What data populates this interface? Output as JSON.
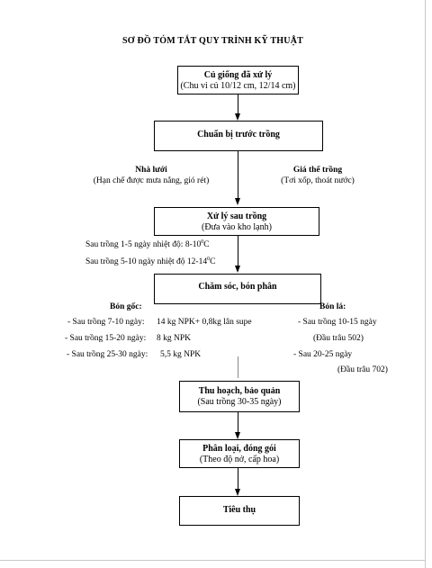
{
  "title": "SƠ ĐỒ TÓM TẮT QUY TRÌNH KỸ THUẬT",
  "steps": [
    {
      "title": "Củ giống đã xử lý",
      "sub": "(Chu vi củ 10/12 cm, 12/14 cm)"
    },
    {
      "title": "Chuẩn bị trước trồng",
      "sub": ""
    },
    {
      "title": "Xử lý sau trồng",
      "sub": "(Đưa vào kho lạnh)"
    },
    {
      "title": "Chăm sóc, bón phân",
      "sub": ""
    },
    {
      "title": "Thu hoạch, bảo quản",
      "sub": "(Sau trồng 30-35 ngày)"
    },
    {
      "title": "Phân loại, đóng gói",
      "sub": "(Theo độ nở, cấp hoa)"
    },
    {
      "title": "Tiêu thụ",
      "sub": ""
    }
  ],
  "prep": {
    "left_title": "Nhà lưới",
    "left_sub": "(Hạn chế được mưa nắng, gió rét)",
    "right_title": "Giá thể trồng",
    "right_sub": "(Tơi xốp, thoát nước)"
  },
  "cold": {
    "line1_text": "Sau trồng 1-5 ngày nhiệt độ: 8-10",
    "line2_text": "Sau trồng 5-10 ngày nhiệt độ 12-14",
    "degree": "0",
    "unit": "C"
  },
  "fert": {
    "root_title": "Bón gốc:",
    "root_items": [
      {
        "label": "- Sau trồng 7-10 ngày:",
        "value": "14 kg NPK+ 0,8kg lân supe"
      },
      {
        "label": "- Sau trồng 15-20 ngày:",
        "value": "8 kg NPK"
      },
      {
        "label": "- Sau trồng 25-30 ngày:",
        "value": "5,5 kg NPK"
      }
    ],
    "leaf_title": "Bón lá:",
    "leaf_items": [
      {
        "label": "- Sau trồng 10-15 ngày",
        "note": "(Đầu trâu 502)"
      },
      {
        "label": "- Sau 20-25 ngày",
        "note": "(Đầu trâu 702)"
      }
    ]
  }
}
